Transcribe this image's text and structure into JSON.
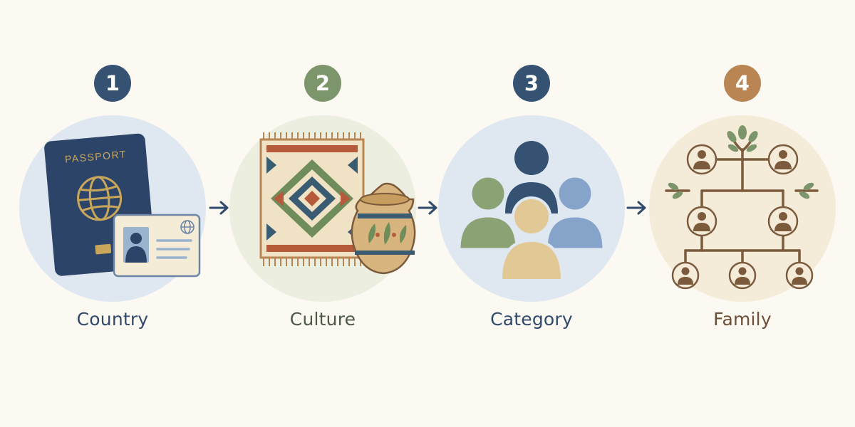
{
  "colors": {
    "background": "#fbf9f2",
    "navy": "#355273",
    "green": "#7c956a",
    "tan": "#b98553",
    "brown": "#7c5a3c"
  },
  "steps": [
    {
      "number": "1",
      "label": "Country",
      "icon": "passport-and-id-card-icon",
      "badge_color": "#355273",
      "label_color": "#2f4a6b"
    },
    {
      "number": "2",
      "label": "Culture",
      "icon": "rug-and-pottery-icon",
      "badge_color": "#7c956a",
      "label_color": "#4d5a45"
    },
    {
      "number": "3",
      "label": "Category",
      "icon": "people-group-icon",
      "badge_color": "#355273",
      "label_color": "#2f4a6b"
    },
    {
      "number": "4",
      "label": "Family",
      "icon": "family-tree-icon",
      "badge_color": "#b98553",
      "label_color": "#6e4e34"
    }
  ],
  "passport": {
    "title": "PASSPORT"
  },
  "arrows": [
    "arrow-right-icon",
    "arrow-right-icon",
    "arrow-right-icon"
  ]
}
